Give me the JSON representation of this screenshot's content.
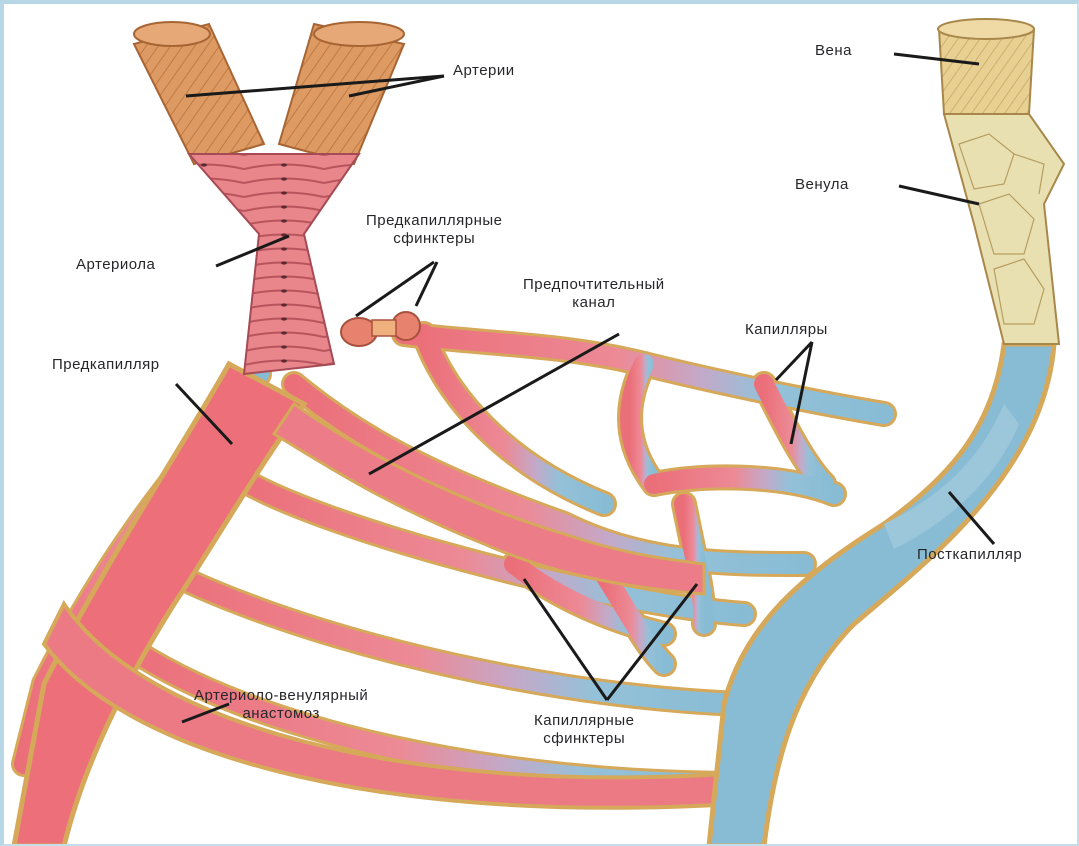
{
  "labels": {
    "arteries": "Артерии",
    "vein": "Вена",
    "venule": "Венула",
    "precap_sphincters": {
      "line1": "Предкапиллярные",
      "line2": "сфинктеры"
    },
    "arteriole": "Артериола",
    "preferential_channel": {
      "line1": "Предпочтительный",
      "line2": "канал"
    },
    "capillaries": "Капилляры",
    "precapillary": "Предкапилляр",
    "postcapillary": "Посткапилляр",
    "av_anastomosis": {
      "line1": "Артериоло-венулярный",
      "line2": "анастомоз"
    },
    "cap_sphincters": {
      "line1": "Капиллярные",
      "line2": "сфинктеры"
    }
  },
  "colors": {
    "artery_outer": "#d9935b",
    "artery_wall": "#e88b84",
    "arterial_blood": "#ec7f86",
    "venous_blood": "#8fbfd6",
    "vein_wall": "#e4dcaa",
    "endothelium": "#f2cf86",
    "frame": "#b7d7e6"
  }
}
